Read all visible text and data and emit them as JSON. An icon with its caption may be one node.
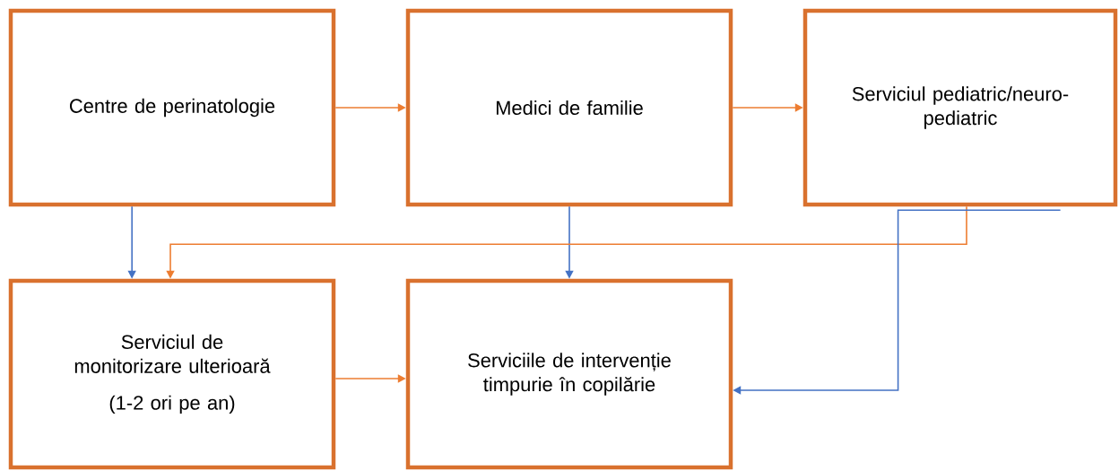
{
  "diagram": {
    "nodes": [
      {
        "text": [
          "Centre de perinatologie"
        ]
      },
      {
        "text": [
          "Medici de familie"
        ]
      },
      {
        "text": [
          "Serviciul pediatric/neuro-pediatric"
        ]
      },
      {
        "text": [
          "Serviciul de monitorizare ulterioară",
          "(1-2 ori pe an)"
        ]
      },
      {
        "text": [
          "Serviciile de intervenție timpurie în copilărie"
        ]
      }
    ],
    "edges": [
      {
        "from": 0,
        "to": 1,
        "arrow": "to",
        "color": "#ed7d31"
      },
      {
        "from": 1,
        "to": 2,
        "arrow": "to",
        "color": "#ed7d31"
      },
      {
        "from": 0,
        "to": 3,
        "arrow": "to",
        "color": "#4472c4"
      },
      {
        "from": 1,
        "to": 4,
        "arrow": "to",
        "color": "#4472c4"
      },
      {
        "from": 2,
        "to": 3,
        "arrow": "to",
        "color": "#ed7d31"
      },
      {
        "from": 2,
        "to": 4,
        "arrow": "to",
        "color": "#4472c4"
      },
      {
        "from": 3,
        "to": 4,
        "arrow": "to",
        "color": "#ed7d31"
      }
    ]
  }
}
